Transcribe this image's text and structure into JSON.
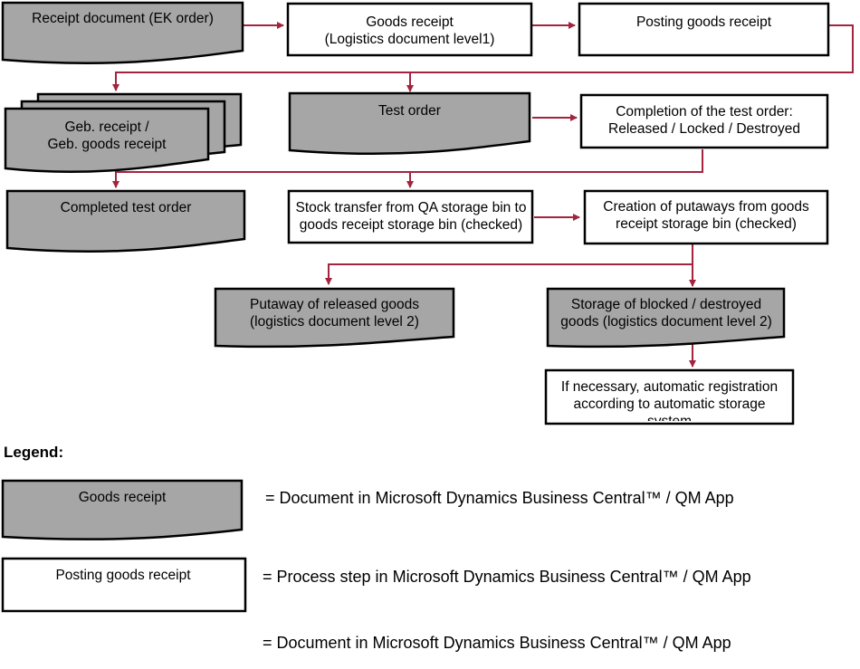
{
  "diagram": {
    "nodes": {
      "receipt_document": "Receipt document (EK order)",
      "goods_receipt_line1": "Goods receipt",
      "goods_receipt_line2": "(Logistics document level1)",
      "posting_goods_receipt": "Posting goods receipt",
      "geb_receipt_line1": "Geb. receipt /",
      "geb_receipt_line2": "Geb. goods receipt",
      "test_order": "Test order",
      "completion_line1": "Completion of the test order:",
      "completion_line2": "Released / Locked / Destroyed",
      "completed_test_order": "Completed test order",
      "stock_transfer_line1": "Stock transfer from QA storage bin to",
      "stock_transfer_line2": "goods receipt storage bin (checked)",
      "creation_putaways_line1": "Creation of putaways from goods",
      "creation_putaways_line2": "receipt storage bin (checked)",
      "putaway_released_line1": "Putaway of released goods",
      "putaway_released_line2": "(logistics document level 2)",
      "storage_blocked_line1": "Storage of blocked / destroyed",
      "storage_blocked_line2": "goods (logistics document level 2)",
      "auto_registration_line1": "If necessary, automatic registration",
      "auto_registration_line2": "according to automatic storage",
      "auto_registration_line3": "system"
    },
    "legend": {
      "title": "Legend:",
      "document_sample": "Goods receipt",
      "document_meaning": "= Document in Microsoft Dynamics Business Central™ / QM App",
      "process_sample": "Posting goods receipt",
      "process_meaning": "= Process step in Microsoft Dynamics Business Central™ / QM App",
      "multi_document_meaning": "= Document in Microsoft Dynamics Business Central™ / QM App"
    },
    "colors": {
      "document_fill": "#a6a6a6",
      "process_fill": "#ffffff",
      "border": "#000000",
      "connector": "#a3243e"
    }
  }
}
